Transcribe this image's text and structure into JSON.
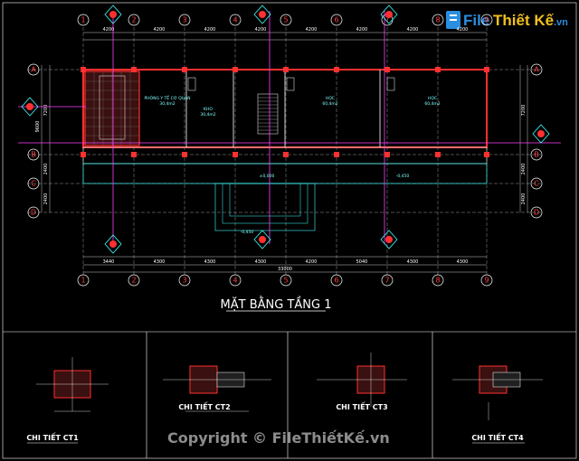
{
  "drawing": {
    "title": "MẶT BẰNG TẦNG 1",
    "grid_columns": [
      "1",
      "2",
      "3",
      "4",
      "5",
      "6",
      "7",
      "8",
      "9"
    ],
    "grid_rows": [
      "A",
      "B",
      "C",
      "D"
    ],
    "top_total_dims": [
      "4200",
      "4200",
      "4200",
      "4200",
      "4200",
      "4200",
      "4200",
      "4200"
    ],
    "bottom_dims": [
      "3440",
      "4300",
      "4300",
      "4300",
      "4200",
      "5040",
      "4300",
      "4300"
    ],
    "bottom_total": "33000",
    "left_dims": [
      "7200",
      "2400",
      "2400"
    ],
    "right_dims": [
      "7200",
      "2400",
      "2400"
    ],
    "left_total": "9600",
    "rooms": [
      {
        "name": "PHÒNG Y TẾ CƠ QUAN",
        "area": "30,4m2"
      },
      {
        "name": "HỌC",
        "area": "60,4m2"
      },
      {
        "name": "KHO",
        "area": "30,4m2"
      },
      {
        "name": "HỌC",
        "area": "60,4m2"
      }
    ],
    "levels": [
      "-0,450",
      "±0,000",
      "-0,450"
    ]
  },
  "details": [
    {
      "label": "CHI TIẾT CT1"
    },
    {
      "label": "CHI TIẾT CT2"
    },
    {
      "label": "CHI TIẾT CT3"
    },
    {
      "label": "CHI TIẾT CT4"
    }
  ],
  "logo": {
    "part1": "File",
    "part2": "Thiết Kế",
    "part3": ".vn"
  },
  "watermark": "Copyright © FileThiếtKế.vn",
  "colors": {
    "bg": "#000000",
    "axis": "#ff4040",
    "wall": "#ff3030",
    "dim": "#ffffff",
    "cyan": "#40ffff",
    "magenta": "#ff40ff",
    "yellow": "#ffff40"
  }
}
